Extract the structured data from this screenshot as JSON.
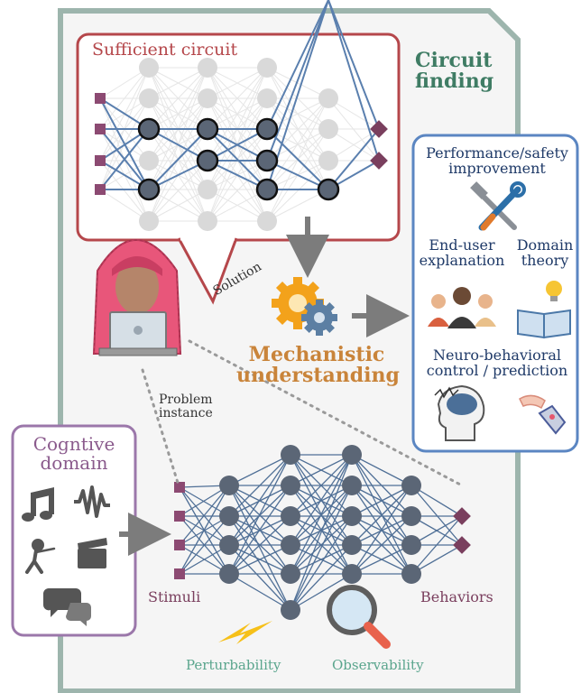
{
  "labels": {
    "sufficient_circuit": "Sufficient circuit",
    "circuit_finding": "Circuit finding",
    "solution": "Solution",
    "mechanistic_understanding": "Mechanistic understanding",
    "performance_safety": "Performance/safety improvement",
    "end_user_explanation": "End-user explanation",
    "domain_theory": "Domain theory",
    "neuro_behavioral": "Neuro-behavioral control / prediction",
    "problem_instance": "Problem instance",
    "cognitive_domain": "Cogntive domain",
    "stimuli": "Stimuli",
    "behaviors": "Behaviors",
    "perturbability": "Perturbability",
    "observability": "Observability"
  },
  "colors": {
    "frame": "#9db5ad",
    "circuit_box": "#b5474b",
    "applications_box": "#5b86c2",
    "domain_box": "#9b77aa",
    "node_fill": "#5b6676",
    "node_faded": "#d9d9d9",
    "edge_active": "#5a7fae",
    "input_square": "#8c4a72",
    "output_diamond": "#7a3f5e",
    "arrow": "#7c7c7c",
    "hood": "#e8567a",
    "gear_orange": "#f3a21b",
    "gear_blue": "#5c7fa3"
  },
  "icons": [
    "hacker-icon",
    "gears-icon",
    "tools-icon",
    "people-icon",
    "book-bulb-icon",
    "brain-icon",
    "robot-hand-icon",
    "music-icon",
    "waveform-icon",
    "fencer-icon",
    "clapperboard-icon",
    "speech-bubbles-icon",
    "lightning-icon",
    "magnifier-icon"
  ]
}
